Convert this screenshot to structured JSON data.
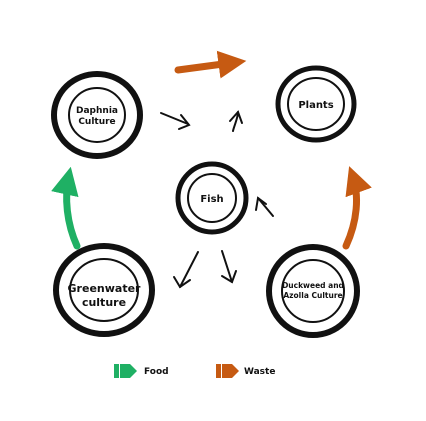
{
  "diagram": {
    "nodes": {
      "daphnia": {
        "lines": [
          "Daphnia",
          "Culture"
        ]
      },
      "plants": {
        "lines": [
          "Plants"
        ]
      },
      "fish": {
        "lines": [
          "Fish"
        ]
      },
      "greenwater": {
        "lines": [
          "Greenwater",
          "culture"
        ]
      },
      "duckweed": {
        "lines": [
          "Duckweed and",
          "Azolla Culture"
        ]
      }
    },
    "legend": {
      "food": {
        "label": "Food",
        "color": "#1fb064"
      },
      "waste": {
        "label": "Waste",
        "color": "#c65a12"
      }
    },
    "colors": {
      "food": "#1fb064",
      "waste": "#c65a12",
      "outline": "#111111"
    }
  }
}
